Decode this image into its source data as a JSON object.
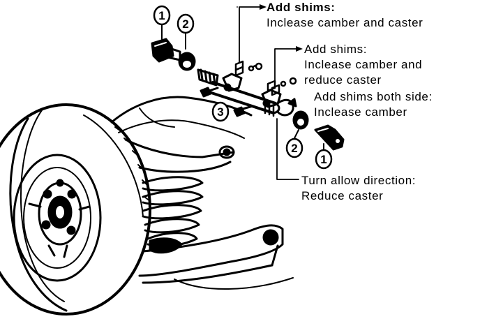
{
  "annotations": {
    "a1": {
      "line1": "Add shims:",
      "line2": "Inclease camber and caster"
    },
    "a2": {
      "line1": "Add shims:",
      "line2": "Inclease camber and",
      "line3": "reduce caster"
    },
    "a3": {
      "line1": "Add shims both side:",
      "line2": "Inclease camber"
    },
    "a4": {
      "line1": "Turn allow direction:",
      "line2": "Reduce caster"
    }
  },
  "callouts": {
    "bolt": "1",
    "bushing": "2",
    "screw": "3"
  }
}
